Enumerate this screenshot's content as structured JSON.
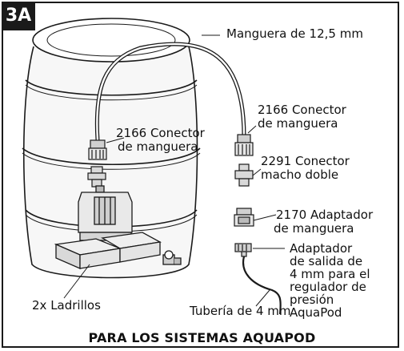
{
  "figure": {
    "badge": "3A",
    "footer_title": "PARA LOS SISTEMAS AQUAPOD"
  },
  "labels": {
    "hose": "Manguera de 12,5 mm",
    "connector_right": [
      "2166 Conector",
      "de manguera"
    ],
    "connector_left": [
      "2166 Conector",
      "de manguera"
    ],
    "double_male": [
      "2291 Conector",
      "macho doble"
    ],
    "adapter": [
      "2170 Adaptador",
      "de manguera"
    ],
    "outlet_adapter": [
      "Adaptador",
      "de salida de",
      "4 mm para el",
      "regulador de",
      "presión",
      "AquaPod"
    ],
    "bricks": "2x Ladrillos",
    "tube": "Tubería de 4 mm"
  }
}
